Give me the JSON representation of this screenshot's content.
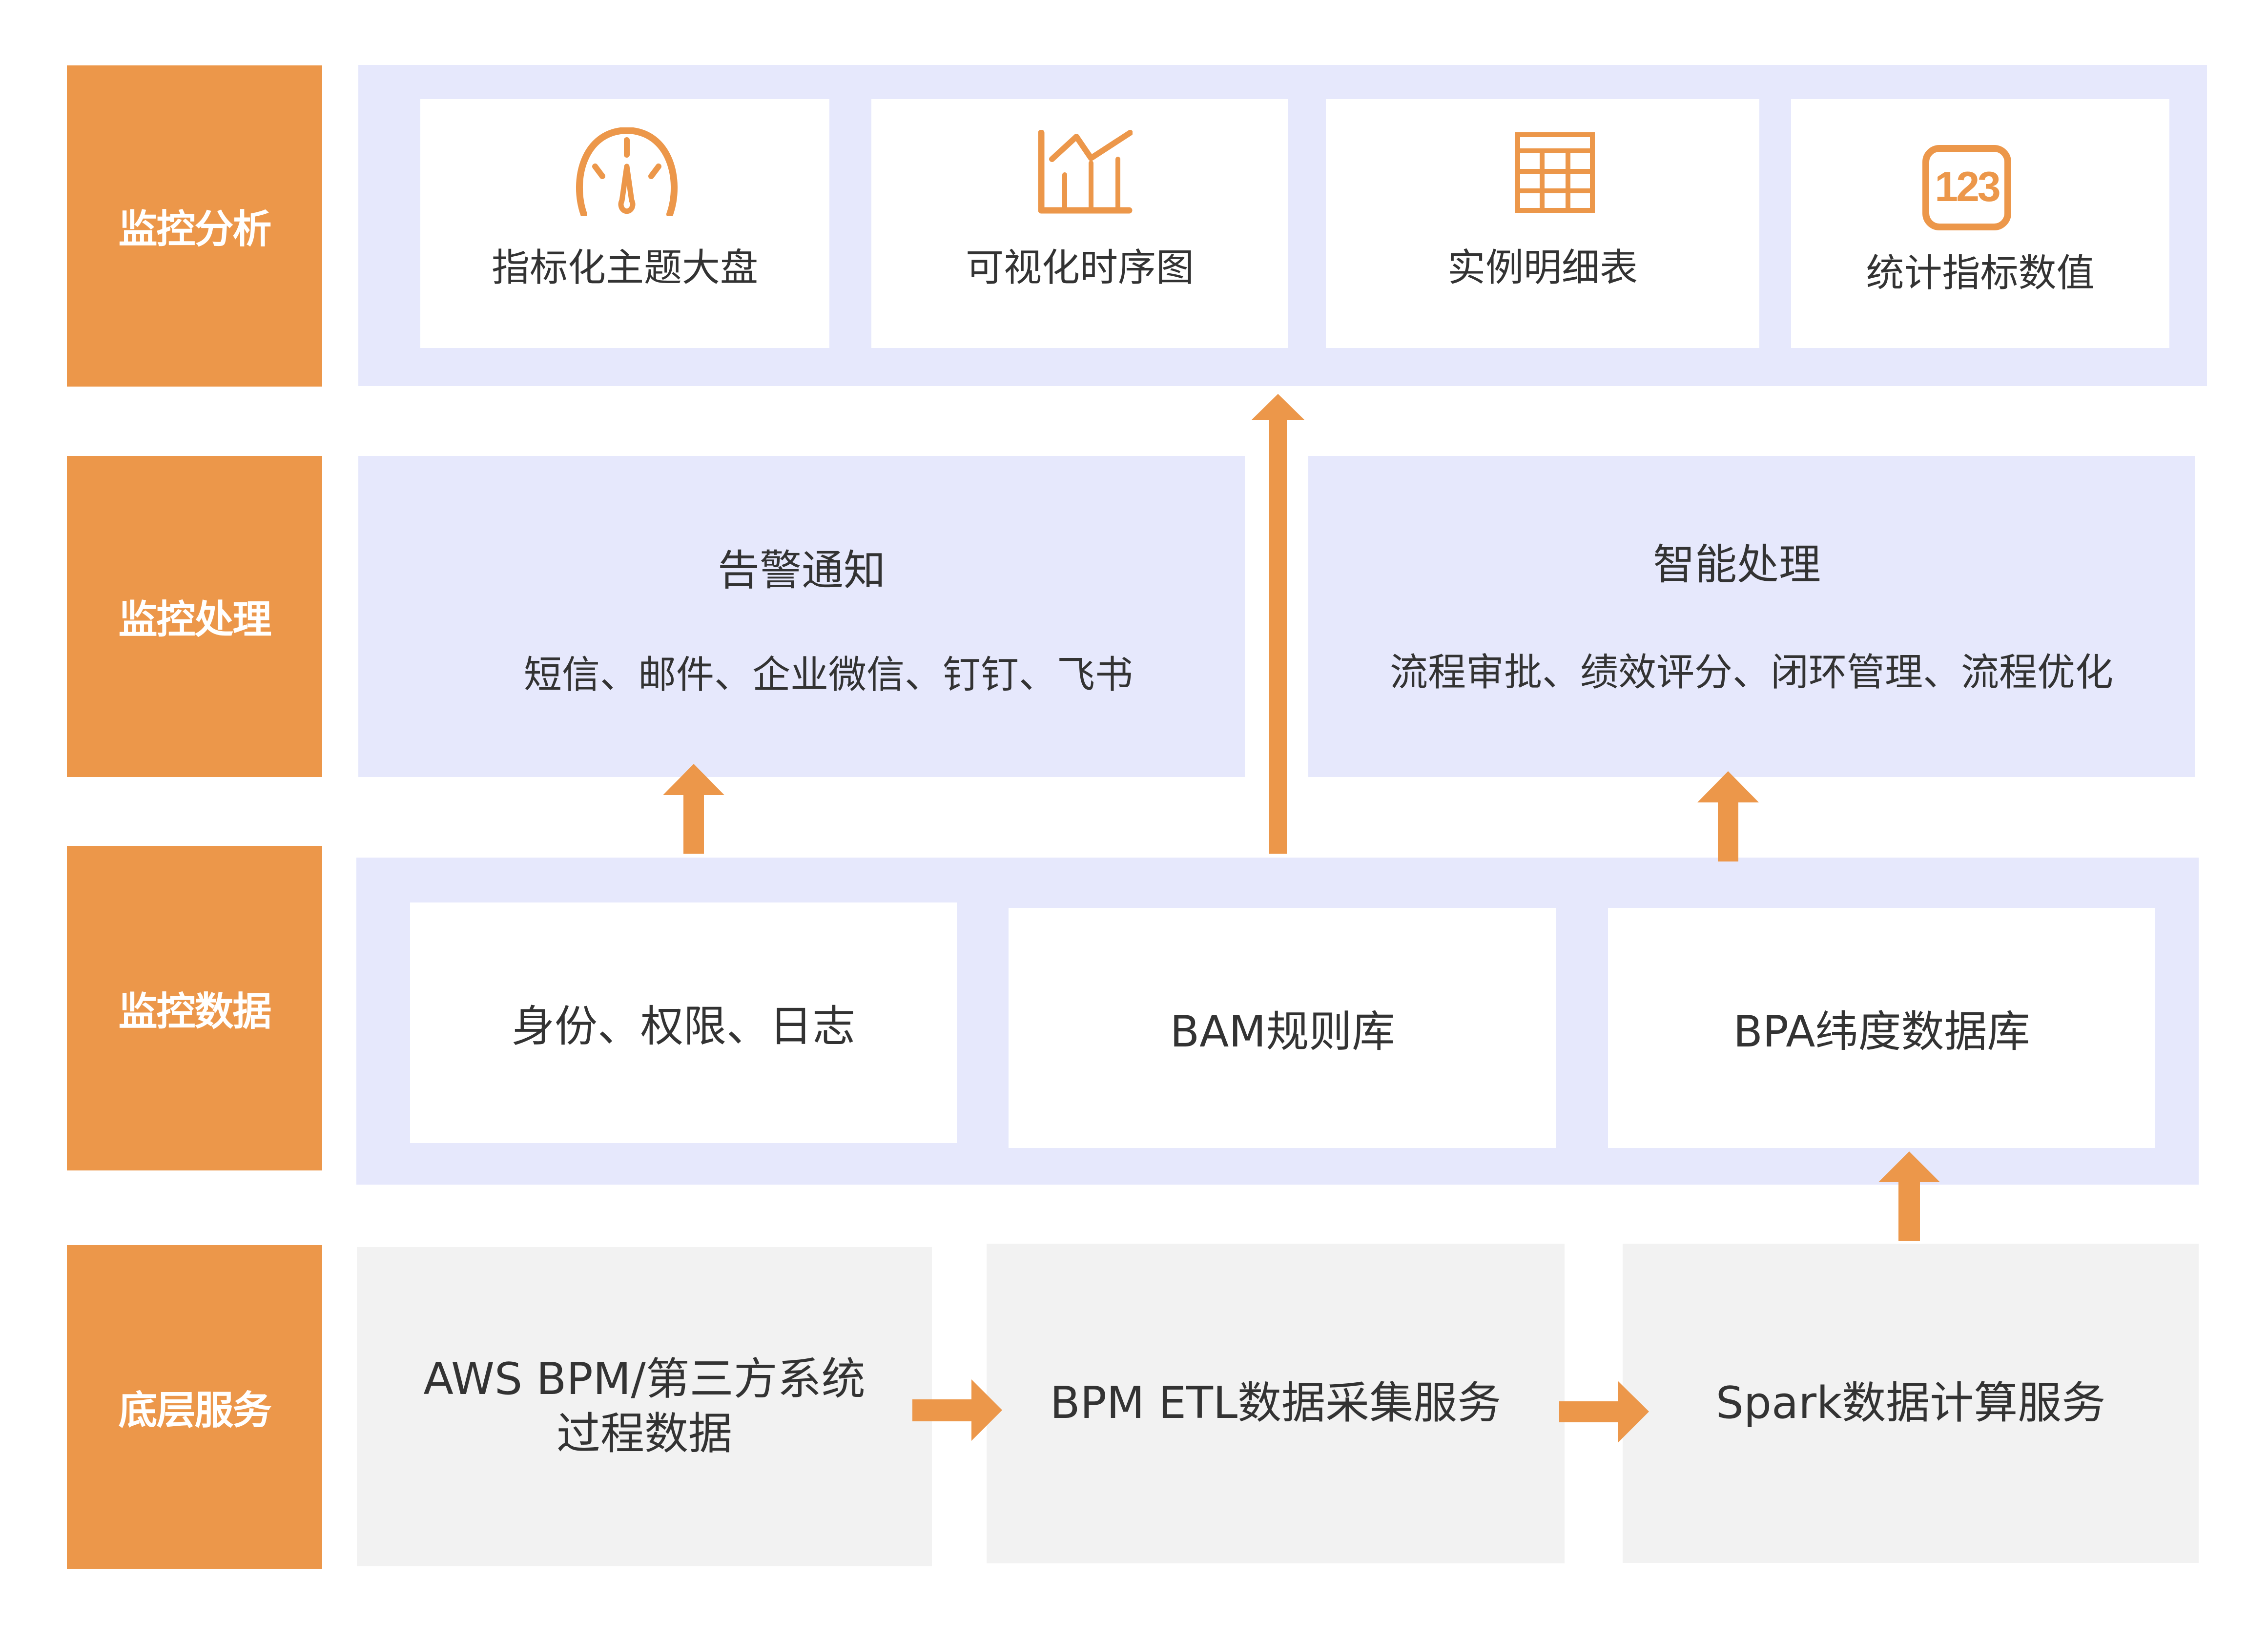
{
  "colors": {
    "accent": "#EC974A",
    "panel": "#E6E8FC",
    "card": "#FFFFFF",
    "base": "#F2F2F2",
    "text": "#333333",
    "label_text": "#FFFFFF"
  },
  "layers": [
    {
      "label": "监控分析"
    },
    {
      "label": "监控处理"
    },
    {
      "label": "监控数据"
    },
    {
      "label": "底层服务"
    }
  ],
  "analysis": {
    "cards": [
      {
        "title": "指标化主题大盘",
        "icon": "gauge-icon"
      },
      {
        "title": "可视化时序图",
        "icon": "line-bar-chart-icon"
      },
      {
        "title": "实例明细表",
        "icon": "table-icon"
      },
      {
        "title": "统计指标数值",
        "icon": "number-123-icon",
        "icon_text": "123"
      }
    ]
  },
  "processing": {
    "alert": {
      "title": "告警通知",
      "subtitle": "短信、邮件、企业微信、钉钉、飞书"
    },
    "smart": {
      "title": "智能处理",
      "subtitle": "流程审批、绩效评分、闭环管理、流程优化"
    }
  },
  "data_layer": {
    "cards": [
      {
        "title": "身份、权限、日志"
      },
      {
        "title": "BAM规则库"
      },
      {
        "title": "BPA纬度数据库"
      }
    ]
  },
  "base_services": {
    "cards": [
      {
        "line1": "AWS BPM/第三方系统",
        "line2": "过程数据"
      },
      {
        "line1": "BPM ETL数据采集服务"
      },
      {
        "line1": "Spark数据计算服务"
      }
    ]
  },
  "arrows": [
    {
      "from": "身份、权限、日志",
      "to": "告警通知",
      "direction": "up"
    },
    {
      "from": "监控数据",
      "to": "监控分析",
      "direction": "up"
    },
    {
      "from": "BPA纬度数据库",
      "to": "智能处理",
      "direction": "up"
    },
    {
      "from": "Spark数据计算服务",
      "to": "BPA纬度数据库",
      "direction": "up"
    },
    {
      "from": "AWS BPM/第三方系统 过程数据",
      "to": "BPM ETL数据采集服务",
      "direction": "right"
    },
    {
      "from": "BPM ETL数据采集服务",
      "to": "Spark数据计算服务",
      "direction": "right"
    }
  ]
}
